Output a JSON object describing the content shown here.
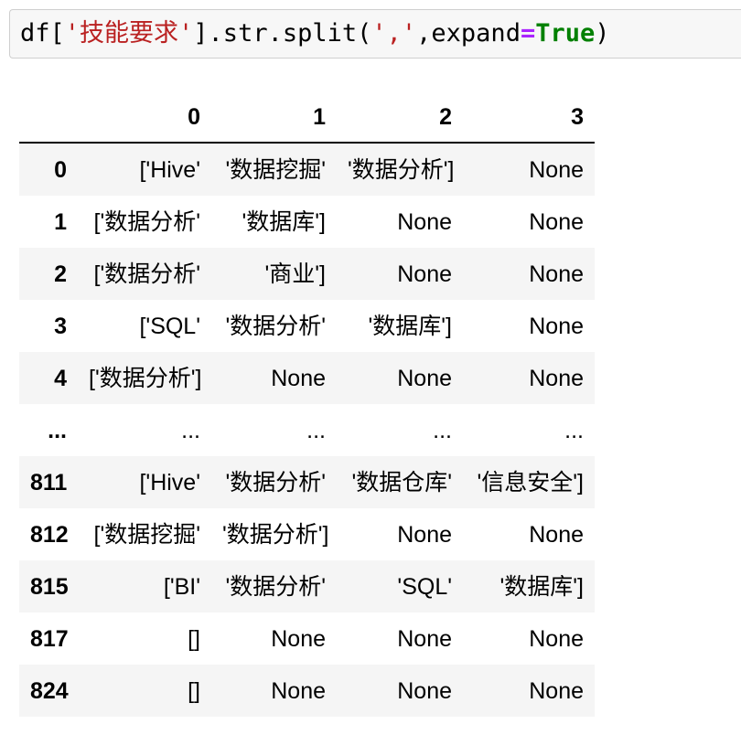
{
  "notebook": {
    "code_cell": {
      "source": "df['技能要求'].str.split(',',expand=True)",
      "tokens": [
        {
          "text": "df[",
          "type": "plain"
        },
        {
          "text": "'技能要求'",
          "type": "string"
        },
        {
          "text": "].str.split(",
          "type": "plain"
        },
        {
          "text": "','",
          "type": "string"
        },
        {
          "text": ",expand",
          "type": "plain"
        },
        {
          "text": "=",
          "type": "operator"
        },
        {
          "text": "True",
          "type": "keyword"
        },
        {
          "text": ")",
          "type": "plain"
        }
      ],
      "colors": {
        "background": "#f7f7f7",
        "border": "#cfcfcf",
        "plain": "#000000",
        "string": "#ba2121",
        "operator": "#aa22ff",
        "keyword": "#008000"
      }
    },
    "output_table": {
      "corner_label": "",
      "columns": [
        "0",
        "1",
        "2",
        "3"
      ],
      "rows": [
        {
          "index": "0",
          "cells": [
            "['Hive'",
            "'数据挖掘'",
            "'数据分析']",
            "None"
          ]
        },
        {
          "index": "1",
          "cells": [
            "['数据分析'",
            "'数据库']",
            "None",
            "None"
          ]
        },
        {
          "index": "2",
          "cells": [
            "['数据分析'",
            "'商业']",
            "None",
            "None"
          ]
        },
        {
          "index": "3",
          "cells": [
            "['SQL'",
            "'数据分析'",
            "'数据库']",
            "None"
          ]
        },
        {
          "index": "4",
          "cells": [
            "['数据分析']",
            "None",
            "None",
            "None"
          ]
        },
        {
          "index": "...",
          "cells": [
            "...",
            "...",
            "...",
            "..."
          ]
        },
        {
          "index": "811",
          "cells": [
            "['Hive'",
            "'数据分析'",
            "'数据仓库'",
            "'信息安全']"
          ]
        },
        {
          "index": "812",
          "cells": [
            "['数据挖掘'",
            "'数据分析']",
            "None",
            "None"
          ]
        },
        {
          "index": "815",
          "cells": [
            "['BI'",
            "'数据分析'",
            "'SQL'",
            "'数据库']"
          ]
        },
        {
          "index": "817",
          "cells": [
            "[]",
            "None",
            "None",
            "None"
          ]
        },
        {
          "index": "824",
          "cells": [
            "[]",
            "None",
            "None",
            "None"
          ]
        }
      ],
      "stripe_color": "#f5f5f5",
      "header_border_color": "#000000"
    }
  }
}
